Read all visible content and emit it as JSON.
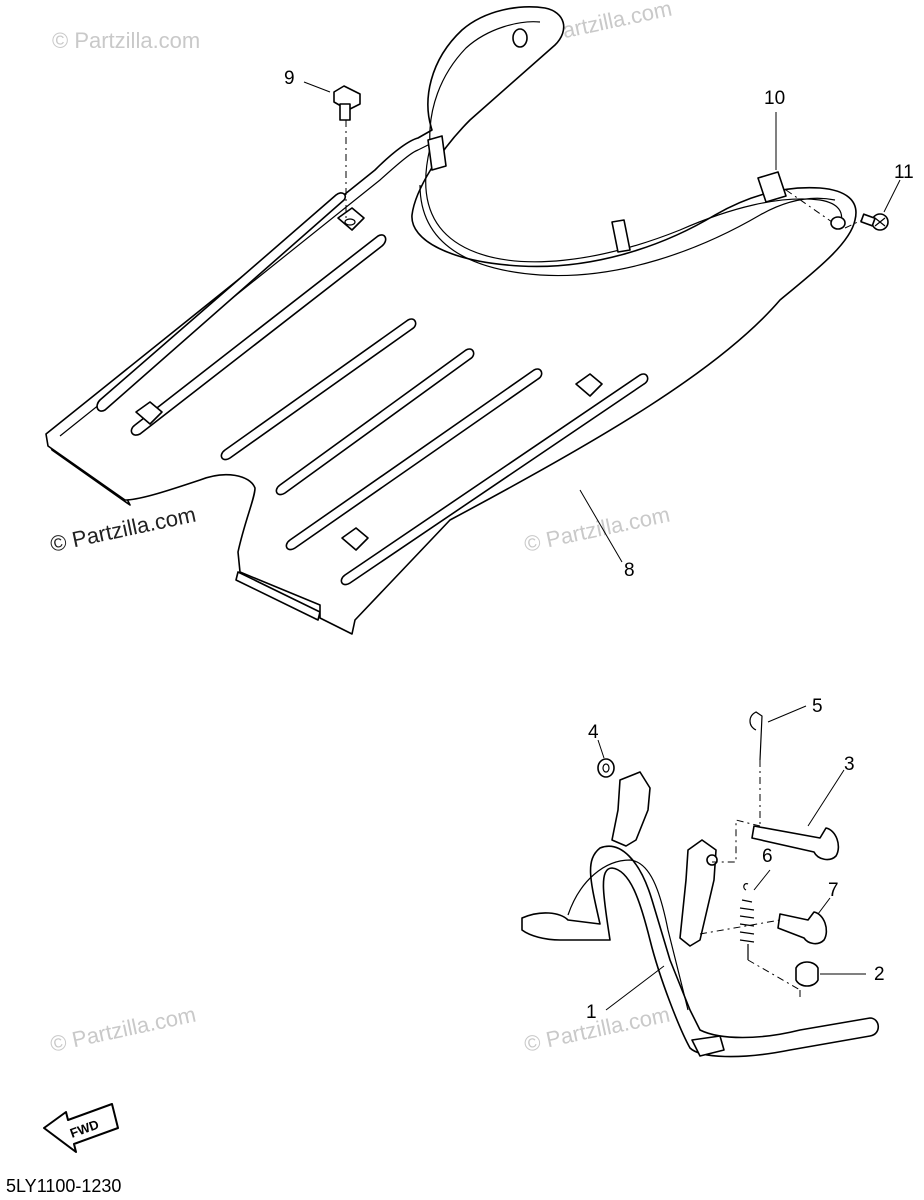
{
  "watermarks": {
    "top_left": "© Partzilla.com",
    "top_center": "© Partzilla.com",
    "mid_left": "© Partzilla.com",
    "mid_right": "© Partzilla.com",
    "bottom_left": "© Partzilla.com",
    "bottom_right": "© Partzilla.com"
  },
  "callouts": {
    "c1": "1",
    "c2": "2",
    "c3": "3",
    "c4": "4",
    "c5": "5",
    "c6": "6",
    "c7": "7",
    "c8": "8",
    "c9": "9",
    "c10": "10",
    "c11": "11"
  },
  "fwd_label": "FWD",
  "diagram_code": "5LY1100-1230"
}
